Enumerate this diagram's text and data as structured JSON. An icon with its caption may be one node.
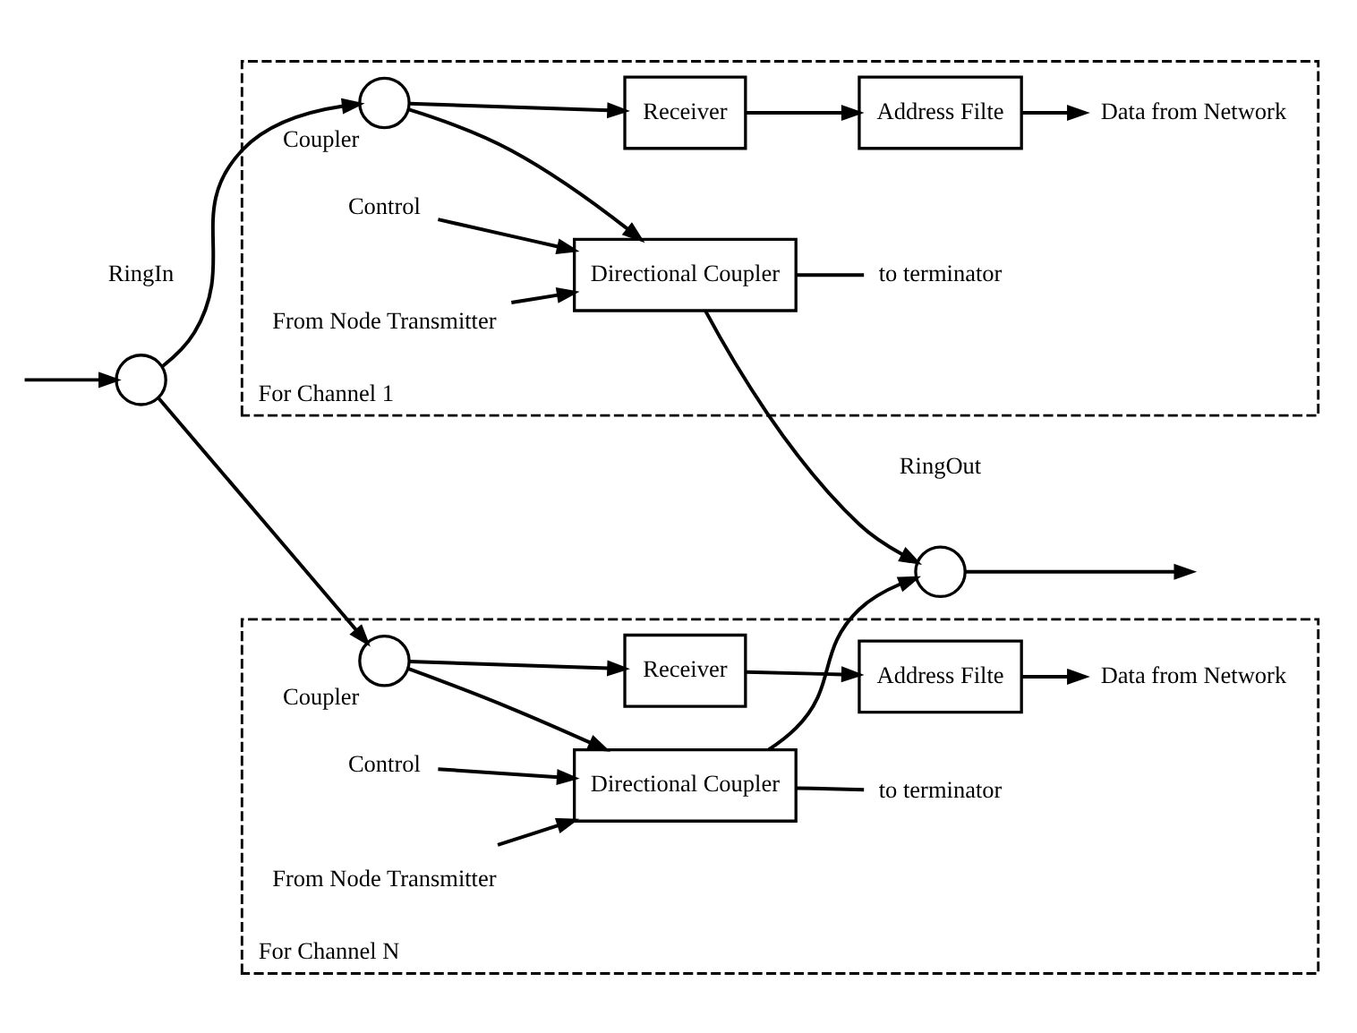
{
  "diagram": {
    "nodes": [
      {
        "text": [
          "For Channel 1"
        ]
      },
      {
        "text": [],
        "shape": "circle",
        "beside": [
          "Coupler"
        ],
        "in": 0
      },
      {
        "text": [
          "Directional Coupler"
        ],
        "in": 0
      },
      {
        "text": [
          "Receiver"
        ],
        "in": 0
      },
      {
        "text": [
          "Address Filte"
        ],
        "in": 0
      },
      {
        "text": [
          "to terminator"
        ],
        "in": 0
      },
      {
        "text": [
          "Control"
        ],
        "in": 0
      },
      {
        "text": [
          "From Node Transmitter"
        ],
        "in": 0
      },
      {
        "text": [
          "Data from Network"
        ],
        "in": 0
      },
      {
        "text": [],
        "shape": "circle",
        "beside": [
          "RingIn"
        ]
      },
      {
        "text": [],
        "shape": "circle",
        "beside": [
          "RingOut"
        ]
      },
      {
        "text": [
          "For Channel N"
        ]
      },
      {
        "text": [],
        "shape": "circle",
        "beside": [
          "Coupler"
        ],
        "in": 11
      },
      {
        "text": [
          "Directional Coupler"
        ],
        "in": 11
      },
      {
        "text": [
          "Receiver"
        ],
        "in": 11
      },
      {
        "text": [
          "Address Filte"
        ],
        "in": 11
      },
      {
        "text": [
          "to terminator"
        ],
        "in": 11
      },
      {
        "text": [
          "Control"
        ],
        "in": 11
      },
      {
        "text": [
          "From Node Transmitter"
        ],
        "in": 11
      },
      {
        "text": [
          "Data from Network"
        ],
        "in": 11
      }
    ],
    "edges": [
      {
        "from": null,
        "to": 9,
        "arrow": "to"
      },
      {
        "from": 9,
        "to": 1,
        "arrow": "to"
      },
      {
        "from": 1,
        "to": 2,
        "arrow": "to"
      },
      {
        "from": 7,
        "to": 2,
        "arrow": "to"
      },
      {
        "from": 6,
        "to": 2,
        "arrow": "to"
      },
      {
        "from": 2,
        "to": 5,
        "arrow": "none"
      },
      {
        "from": 1,
        "to": 3,
        "arrow": "to"
      },
      {
        "from": 3,
        "to": 4,
        "arrow": "to"
      },
      {
        "from": 4,
        "to": 8,
        "arrow": "to"
      },
      {
        "from": 2,
        "to": 10,
        "arrow": "to"
      },
      {
        "from": 9,
        "to": 12,
        "arrow": "to"
      },
      {
        "from": 12,
        "to": 13,
        "arrow": "to"
      },
      {
        "from": 18,
        "to": 13,
        "arrow": "to"
      },
      {
        "from": 17,
        "to": 13,
        "arrow": "to"
      },
      {
        "from": 13,
        "to": 16,
        "arrow": "none"
      },
      {
        "from": 12,
        "to": 14,
        "arrow": "to"
      },
      {
        "from": 14,
        "to": 15,
        "arrow": "to"
      },
      {
        "from": 15,
        "to": 19,
        "arrow": "to"
      },
      {
        "from": 13,
        "to": 10,
        "arrow": "to"
      },
      {
        "from": 10,
        "to": null,
        "arrow": "to"
      }
    ]
  }
}
